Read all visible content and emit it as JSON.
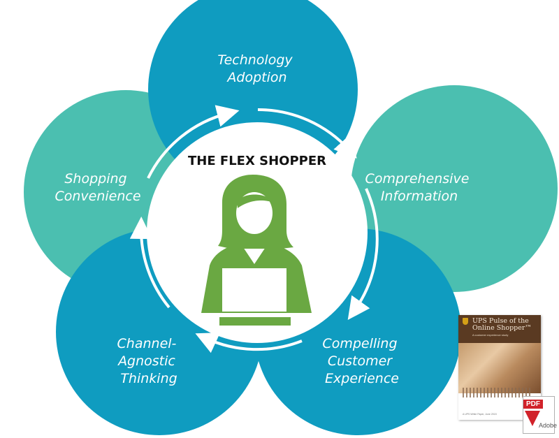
{
  "diagram": {
    "center_title": "THE FLEX SHOPPER",
    "petals": [
      {
        "key": "technology",
        "lines": [
          "Technology",
          "Adoption"
        ],
        "color": "#0f9cc0"
      },
      {
        "key": "information",
        "lines": [
          "Comprehensive",
          "Information"
        ],
        "color": "#4bbfb0"
      },
      {
        "key": "experience",
        "lines": [
          "Compelling",
          "Customer",
          "Experience"
        ],
        "color": "#0f9cc0"
      },
      {
        "key": "channel",
        "lines": [
          "Channel-",
          "Agnostic",
          "Thinking"
        ],
        "color": "#0f9cc0"
      },
      {
        "key": "convenience",
        "lines": [
          "Shopping",
          "Convenience"
        ],
        "color": "#4bbfb0"
      }
    ],
    "icon": "shopper-with-laptop-icon",
    "icon_color": "#6aa842"
  },
  "report": {
    "cover_title": "UPS Pulse of the Online Shopper™",
    "cover_subtitle": "A customer experience study",
    "cover_footer": "A UPS White Paper, June 2015",
    "badge_label": "PDF",
    "badge_vendor": "Adobe",
    "badge_icon": "pdf-download-icon"
  }
}
